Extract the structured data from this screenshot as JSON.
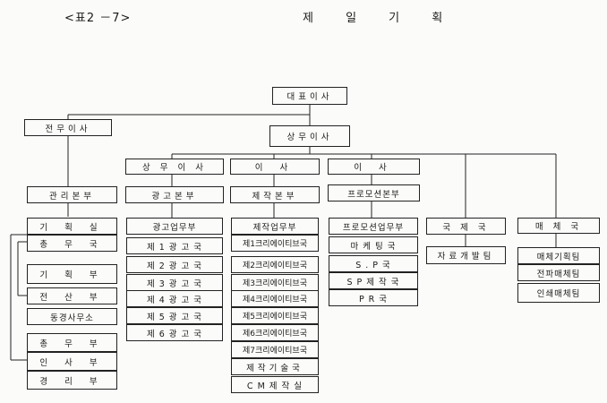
{
  "header": {
    "caption": "<표2 －7>",
    "title": "제 일 기 획"
  },
  "chart": {
    "ceo": "대표이사",
    "senior_managing": "전무이사",
    "managing": "상무이사",
    "admin_hq": "관리본부",
    "admin_depts": [
      "기 획 실",
      "총 무 국",
      "기 획 부",
      "전 산 부",
      "동경사무소",
      "총 무 부",
      "인 사 부",
      "경 리 부"
    ],
    "div_ad": {
      "exec": "상 무 이 사",
      "hq": "광고본부",
      "depts": [
        "광고업무부",
        "제 1 광 고 국",
        "제 2 광 고 국",
        "제 3 광 고 국",
        "제 4 광 고 국",
        "제 5 광 고 국",
        "제 6 광 고 국"
      ]
    },
    "div_prod": {
      "exec": "이 사",
      "hq": "제작본부",
      "depts": [
        "제작업무부",
        "제1크리에이티브국",
        "제2크리에이티브국",
        "제3크리에이티브국",
        "제4크리에이티브국",
        "제5크리에이티브국",
        "제6크리에이티브국",
        "제7크리에이티브국",
        "제작기술국",
        "C M 제 작 실"
      ]
    },
    "div_promo": {
      "exec": "이 사",
      "hq": "프로모션본부",
      "depts": [
        "프로모션업무부",
        "마 케 팅 국",
        "S . P 국",
        "S P 제 작 국",
        "P R 국"
      ]
    },
    "intl": {
      "name": "국 제 국",
      "sub": "자료개발팀"
    },
    "media": {
      "name": "매 체 국",
      "subs": [
        "매체기획팀",
        "전파매체팀",
        "인쇄매체팀"
      ]
    }
  }
}
